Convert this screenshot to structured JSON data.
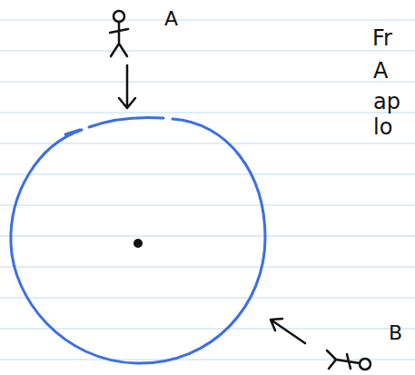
{
  "diagram": {
    "labels": [
      "A",
      "B",
      "Fr",
      "A",
      "ap",
      "lo"
    ]
  }
}
